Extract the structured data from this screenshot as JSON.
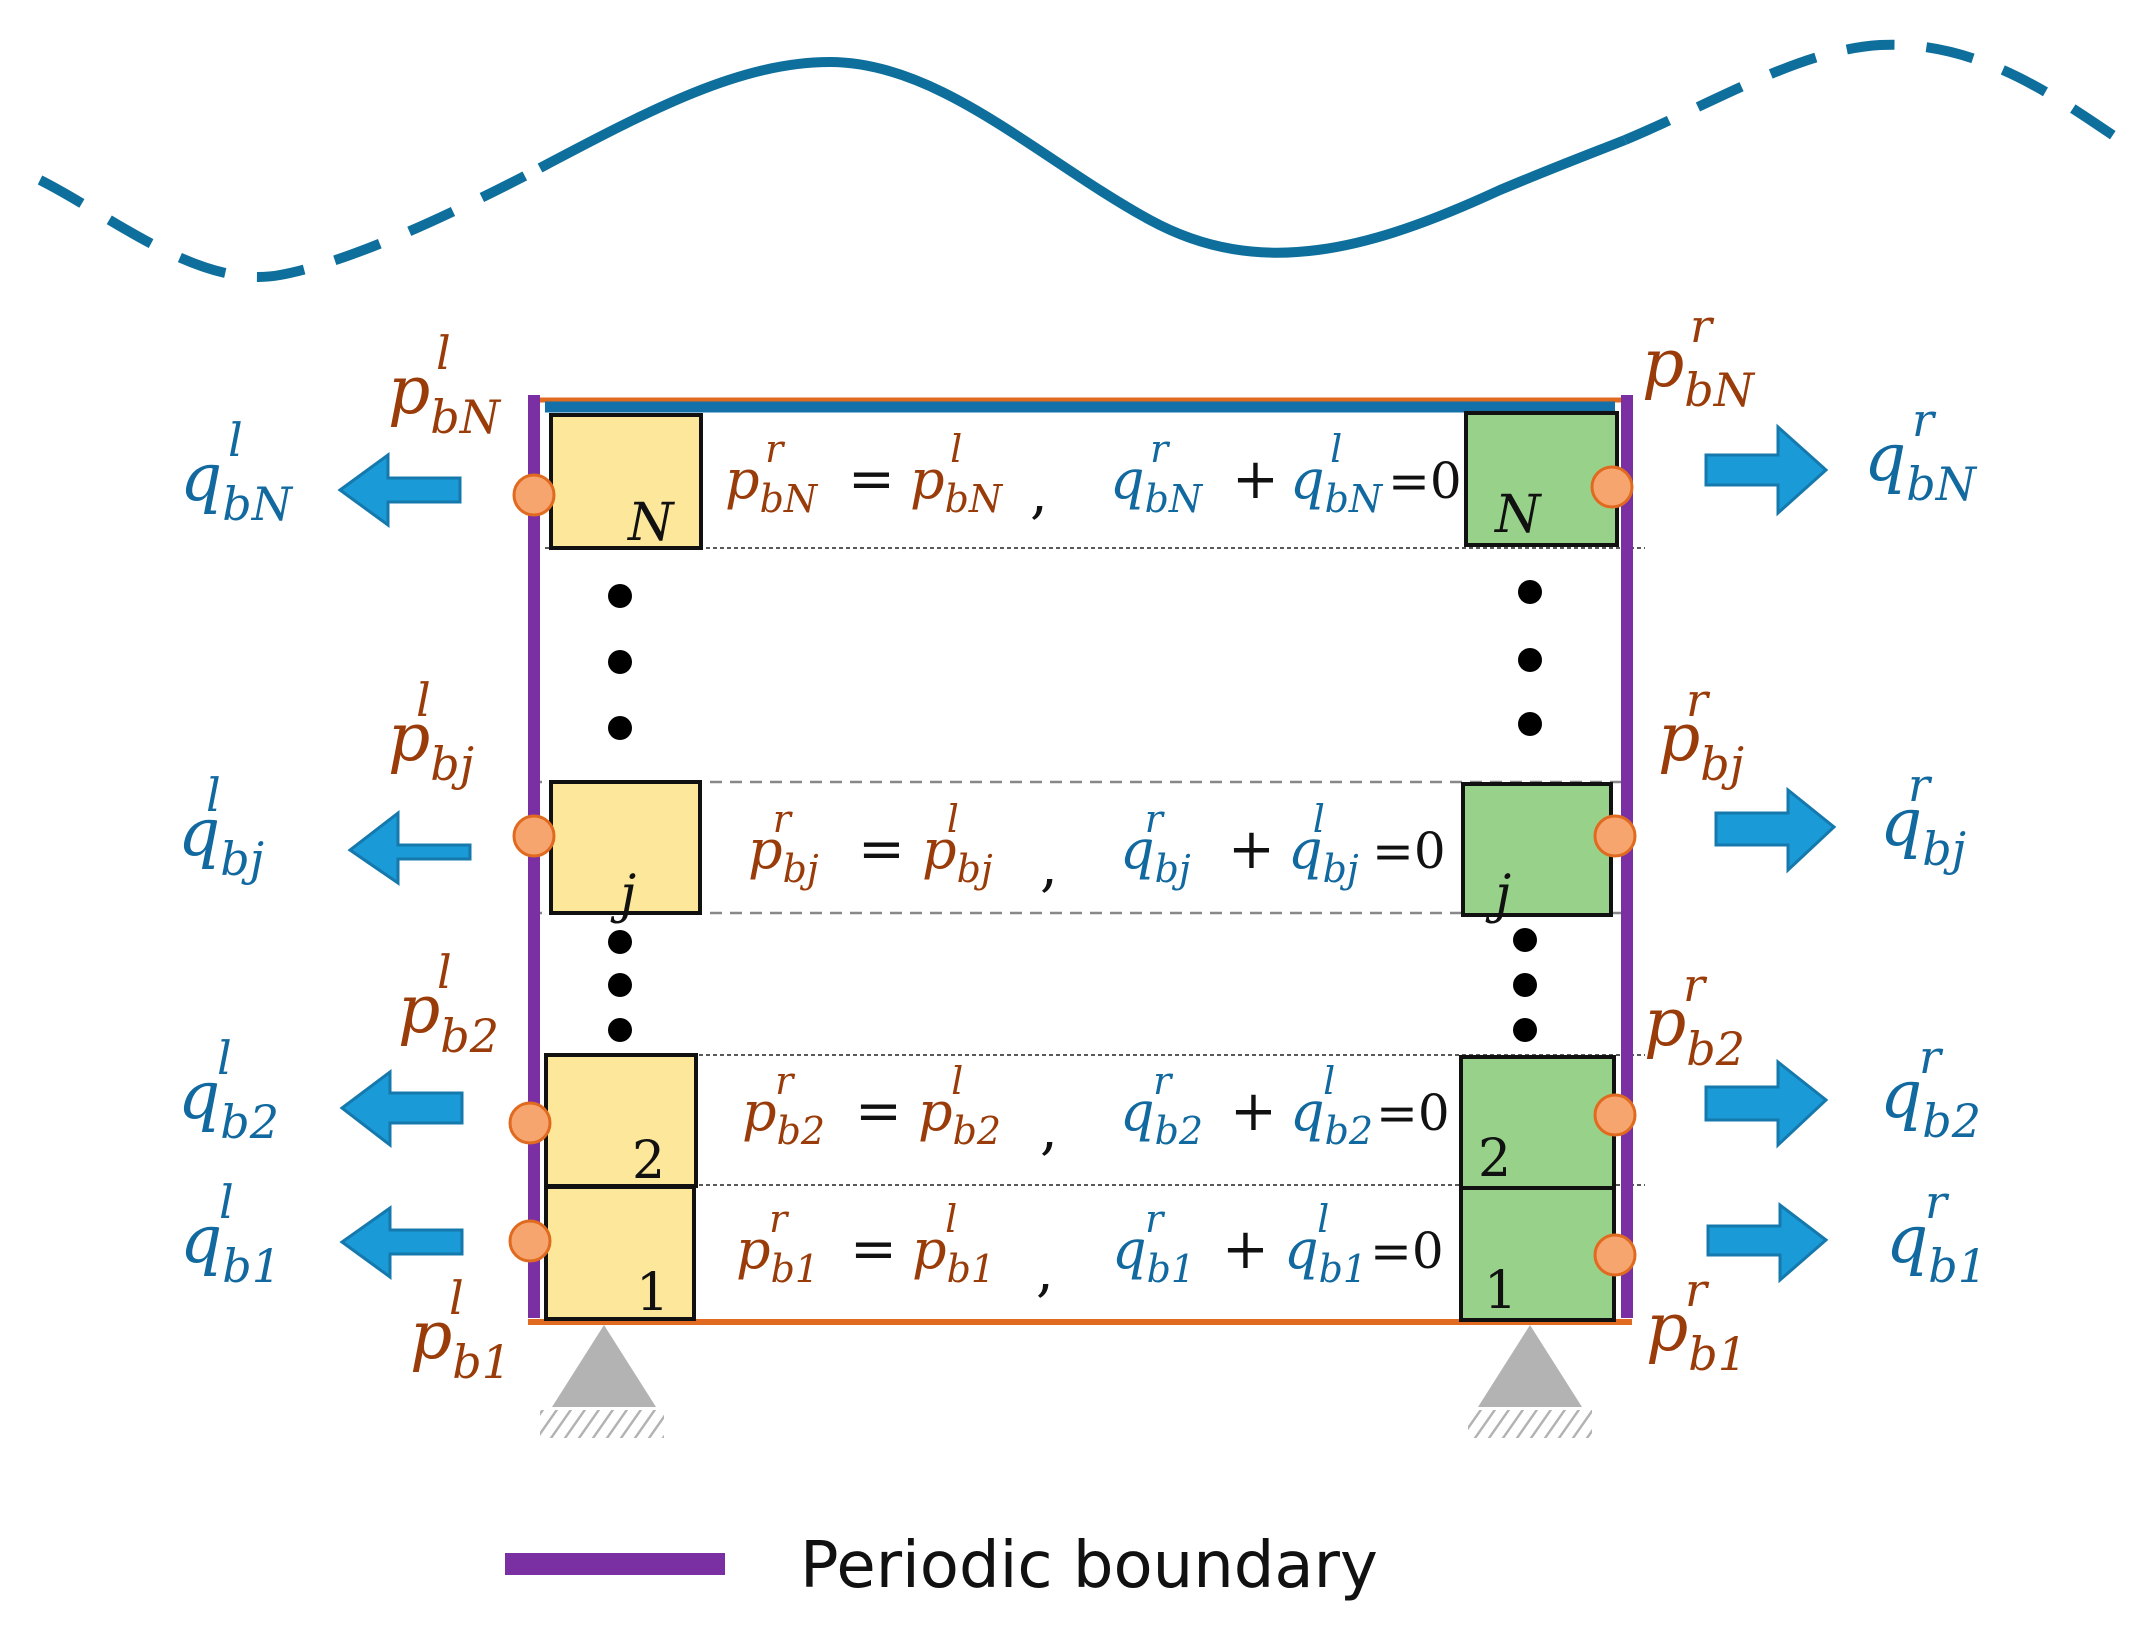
{
  "colors": {
    "wave": "#0e6f9c",
    "periodic_boundary": "#7a2fa3",
    "top_edge": "#1470a8",
    "bottom_edge": "#e06a1f",
    "left_block": "#fde79a",
    "right_block": "#98d28a",
    "node": "#f7a56f",
    "node_stroke": "#e06a1f",
    "arrow": "#1a9ad6",
    "p_label": "#9a3c0a",
    "q_label": "#11699f",
    "support": "#b3b3b3"
  },
  "rows": [
    {
      "key": "N",
      "block_label": "N",
      "p_left": {
        "base": "p",
        "sub": "bN",
        "sup": "l"
      },
      "p_right": {
        "base": "p",
        "sub": "bN",
        "sup": "r"
      },
      "q_left": {
        "base": "q",
        "sub": "bN",
        "sup": "l"
      },
      "q_right": {
        "base": "q",
        "sub": "bN",
        "sup": "r"
      },
      "eq_suffix": "=0"
    },
    {
      "key": "j",
      "block_label": "j",
      "p_left": {
        "base": "p",
        "sub": "bj",
        "sup": "l"
      },
      "p_right": {
        "base": "p",
        "sub": "bj",
        "sup": "r"
      },
      "q_left": {
        "base": "q",
        "sub": "bj",
        "sup": "l"
      },
      "q_right": {
        "base": "q",
        "sub": "bj",
        "sup": "r"
      },
      "eq_suffix": "=0"
    },
    {
      "key": "2",
      "block_label": "2",
      "p_left": {
        "base": "p",
        "sub": "b2",
        "sup": "l"
      },
      "p_right": {
        "base": "p",
        "sub": "b2",
        "sup": "r"
      },
      "q_left": {
        "base": "q",
        "sub": "b2",
        "sup": "l"
      },
      "q_right": {
        "base": "q",
        "sub": "b2",
        "sup": "r"
      },
      "eq_suffix": "=0"
    },
    {
      "key": "1",
      "block_label": "1",
      "p_left": {
        "base": "p",
        "sub": "b1",
        "sup": "l"
      },
      "p_right": {
        "base": "p",
        "sub": "b1",
        "sup": "r"
      },
      "q_left": {
        "base": "q",
        "sub": "b1",
        "sup": "l"
      },
      "q_right": {
        "base": "q",
        "sub": "b1",
        "sup": "r"
      },
      "eq_suffix": "=0"
    }
  ],
  "operators": {
    "equals": "=",
    "plus": "+",
    "comma": ","
  },
  "legend": {
    "label": "Periodic boundary"
  }
}
